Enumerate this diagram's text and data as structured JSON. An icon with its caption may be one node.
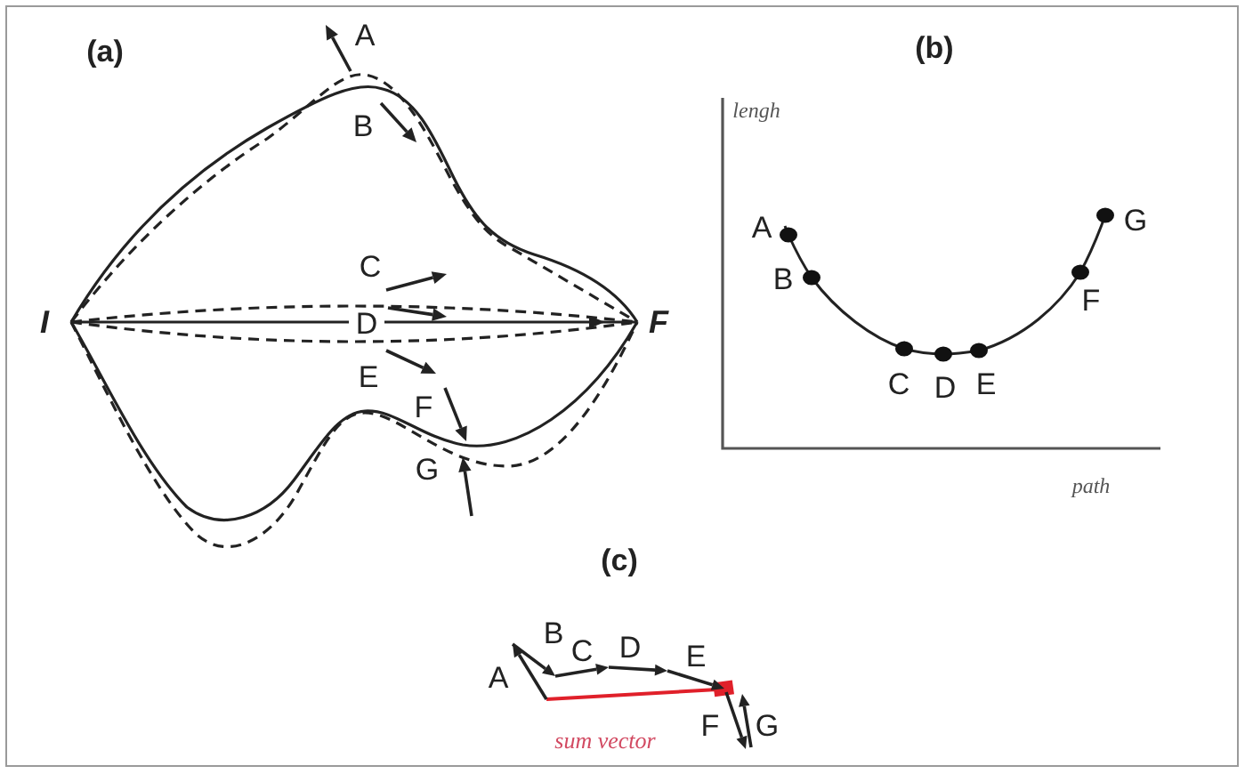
{
  "diagram": {
    "labels": [
      "(a)",
      "A",
      "B",
      "C",
      "I",
      "D",
      "F",
      "E",
      "F",
      "G",
      "(b)",
      "lengh",
      "A",
      "B",
      "C",
      "D",
      "E",
      "F",
      "G",
      "path",
      "(c)",
      "A",
      "B",
      "C",
      "D",
      "E",
      "F",
      "G",
      "sum vector"
    ]
  }
}
